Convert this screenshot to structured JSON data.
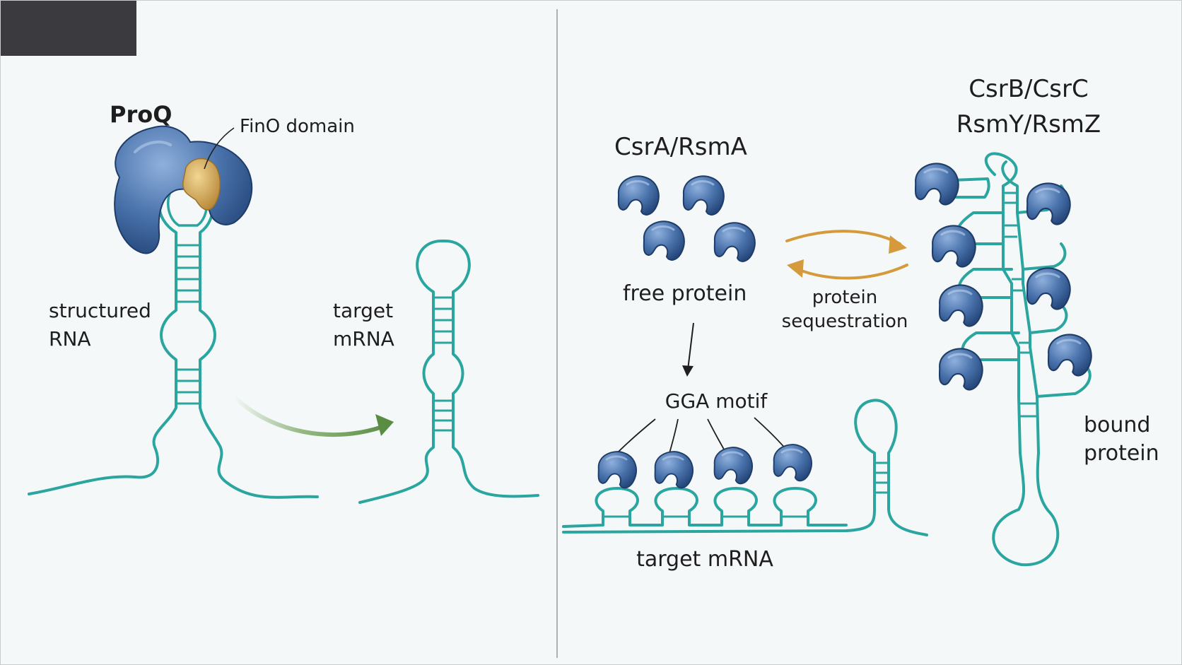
{
  "left_panel": {
    "proq_label": "ProQ",
    "fino_label": "FinO domain",
    "structured_rna_line1": "structured",
    "structured_rna_line2": "RNA",
    "target_mrna_line1": "target",
    "target_mrna_line2": "mRNA"
  },
  "right_panel": {
    "csra_label": "CsrA/RsmA",
    "free_protein_label": "free protein",
    "csrb_label_line1": "CsrB/CsrC",
    "csrb_label_line2": "RsmY/RsmZ",
    "sequestration_line1": "protein",
    "sequestration_line2": "sequestration",
    "gga_label": "GGA motif",
    "target_mrna_label": "target mRNA",
    "bound_protein_line1": "bound",
    "bound_protein_line2": "protein"
  },
  "colors": {
    "rna": "#2aa5a0",
    "protein": "#4a73ac",
    "fino": "#d3a64e",
    "green_arrow": "#6a9a4f",
    "orange_arrow": "#d59a3c"
  }
}
